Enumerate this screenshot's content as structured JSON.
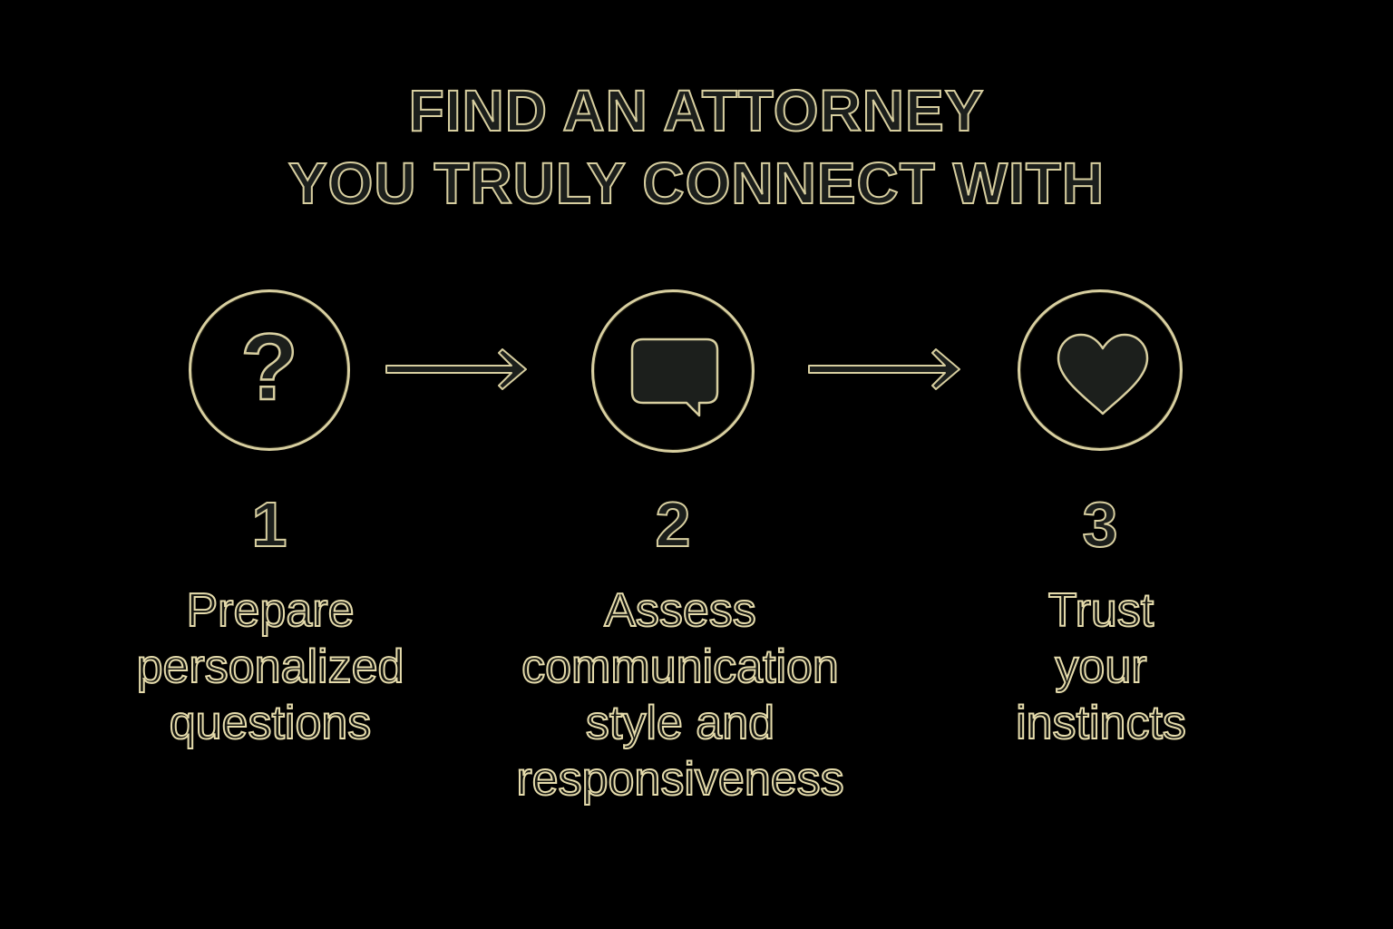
{
  "title": {
    "line1": "FIND AN ATTORNEY",
    "line2": "YOU TRULY CONNECT WITH"
  },
  "colors": {
    "background": "#000000",
    "outline": "#d8cfa0",
    "fill": "#1c1f1c"
  },
  "steps": [
    {
      "number": "1",
      "icon": "question-mark-icon",
      "label_lines": [
        "Prepare",
        "personalized",
        "questions"
      ]
    },
    {
      "number": "2",
      "icon": "speech-bubble-icon",
      "label_lines": [
        "Assess",
        "communication",
        "style and",
        "responsiveness"
      ]
    },
    {
      "number": "3",
      "icon": "heart-icon",
      "label_lines": [
        "Trust",
        "your",
        "instincts"
      ]
    }
  ],
  "connectors": [
    "right-arrow-icon",
    "right-arrow-icon"
  ]
}
